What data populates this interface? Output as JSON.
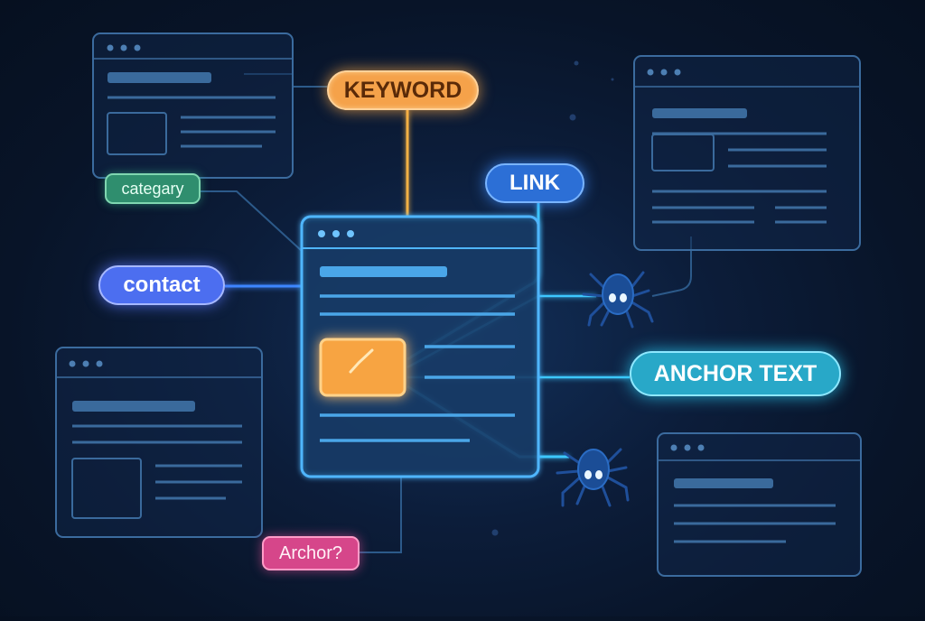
{
  "labels": {
    "keyword": "KEYWORD",
    "link": "LINK",
    "category": "categary",
    "contact": "contact",
    "anchor_text": "ANCHOR TEXT",
    "anchor_question": "Archor?"
  },
  "icons": {
    "center_highlight": "checkmark-icon",
    "crawlers": "spider-icon"
  },
  "colors": {
    "background": "#081428",
    "keyword_pill": "#f5a24a",
    "link_pill": "#2c6fd6",
    "category_pill": "#2f8e6e",
    "contact_pill": "#4c6ef0",
    "anchor_text_pill": "#28a8c8",
    "anchor_question_pill": "#d6468a",
    "glow_line": "#3ec8ff"
  }
}
